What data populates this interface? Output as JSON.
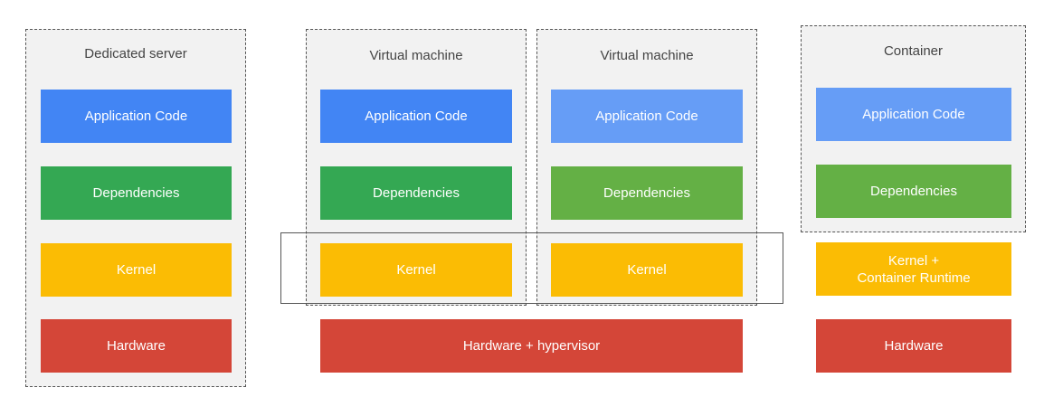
{
  "colors": {
    "app_blue": "#4285f4",
    "app_light_blue": "#669df6",
    "deps_green": "#34a853",
    "deps_light_green": "#64b045",
    "kernel_yellow": "#fbbc04",
    "hardware_red": "#d44638"
  },
  "dedicated": {
    "title": "Dedicated server",
    "app": "Application Code",
    "deps": "Dependencies",
    "kernel": "Kernel",
    "hardware": "Hardware"
  },
  "vm1": {
    "title": "Virtual machine",
    "app": "Application Code",
    "deps": "Dependencies",
    "kernel": "Kernel"
  },
  "vm2": {
    "title": "Virtual machine",
    "app": "Application Code",
    "deps": "Dependencies",
    "kernel": "Kernel"
  },
  "vm_shared": {
    "hardware": "Hardware + hypervisor"
  },
  "container": {
    "title": "Container",
    "app": "Application Code",
    "deps": "Dependencies",
    "runtime_line1": "Kernel +",
    "runtime_line2": "Container Runtime",
    "hardware": "Hardware"
  }
}
